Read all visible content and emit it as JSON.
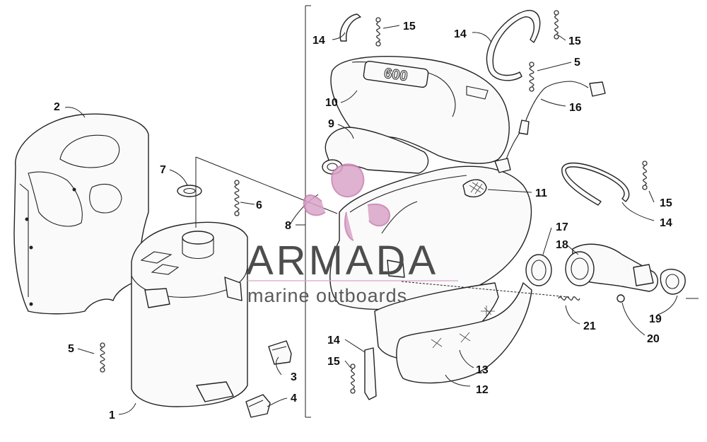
{
  "watermark": {
    "brand": "ARMADA",
    "tagline": "marine outboards",
    "accent_color": "#d9a5c8"
  },
  "emblem_text": "600",
  "callouts": {
    "c1": "1",
    "c2": "2",
    "c3": "3",
    "c4": "4",
    "c5a": "5",
    "c5b": "5",
    "c6": "6",
    "c7": "7",
    "c8": "8",
    "c9": "9",
    "c10": "10",
    "c11": "11",
    "c12": "12",
    "c13": "13",
    "c14a": "14",
    "c14b": "14",
    "c14c": "14",
    "c14d": "14",
    "c15a": "15",
    "c15b": "15",
    "c15c": "15",
    "c15d": "15",
    "c16": "16",
    "c17": "17",
    "c18": "18",
    "c19": "19",
    "c20": "20",
    "c21": "21"
  }
}
